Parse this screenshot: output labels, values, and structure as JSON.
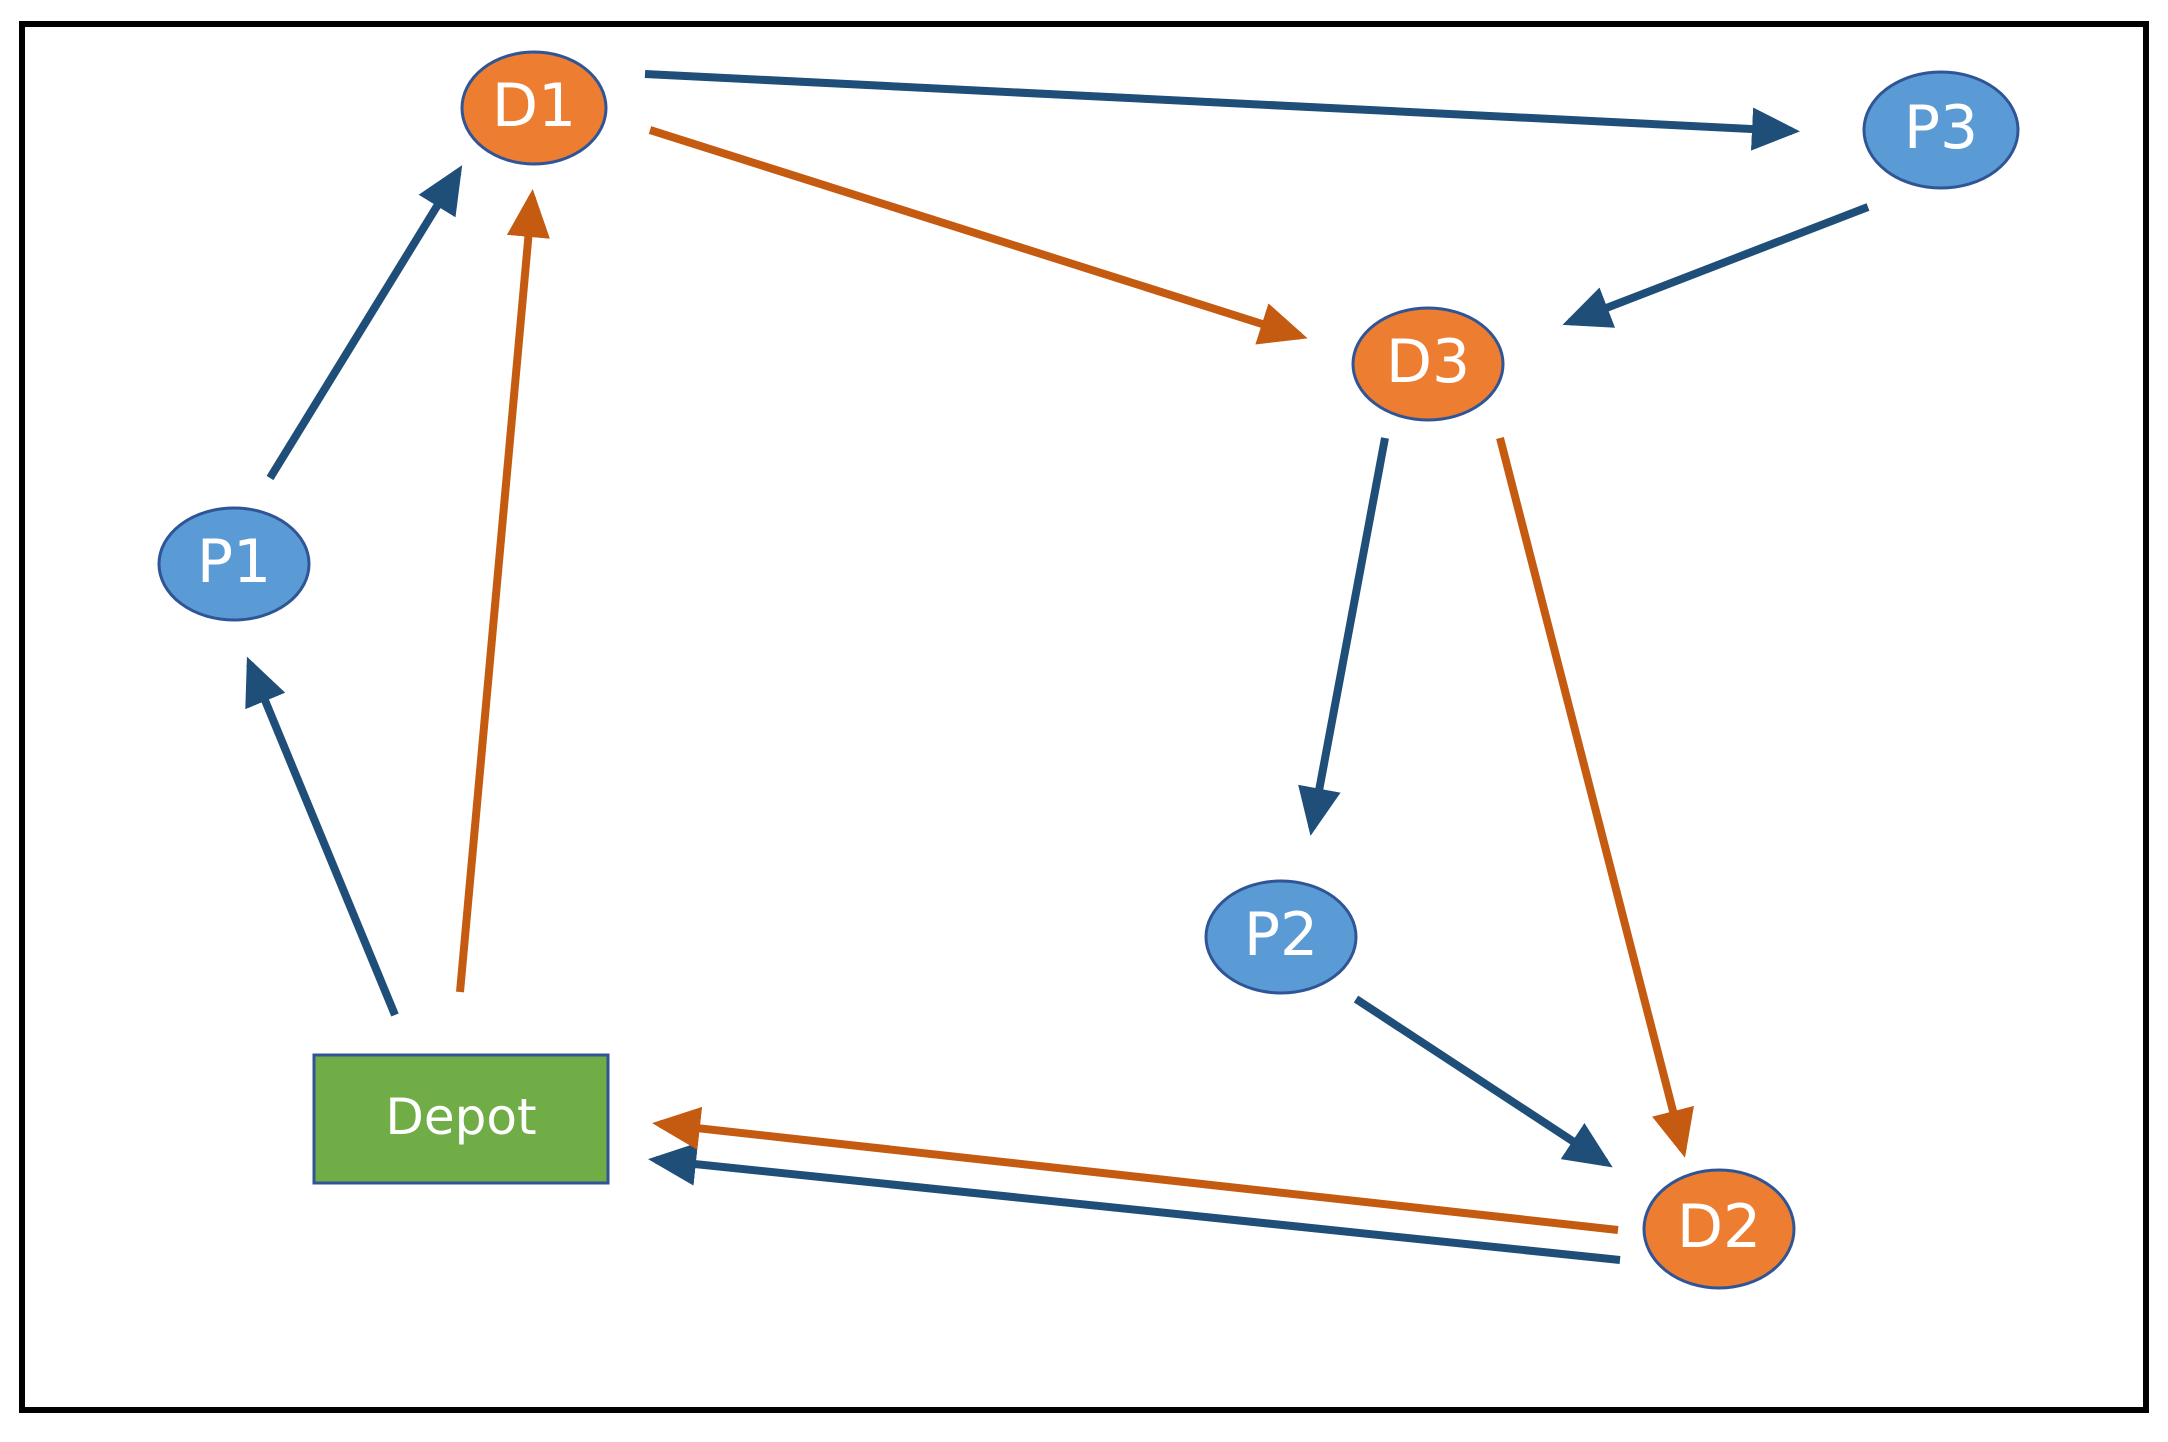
{
  "colors": {
    "blue_route": "#1f4e79",
    "orange_route": "#c55a11",
    "pickup_fill": "#5b9bd5",
    "delivery_fill": "#ed7d31",
    "depot_fill": "#70ad47",
    "border": "#000000"
  },
  "nodes": {
    "d1": {
      "label": "D1",
      "kind": "delivery"
    },
    "p3": {
      "label": "P3",
      "kind": "pickup"
    },
    "d3": {
      "label": "D3",
      "kind": "delivery"
    },
    "p1": {
      "label": "P1",
      "kind": "pickup"
    },
    "p2": {
      "label": "P2",
      "kind": "pickup"
    },
    "d2": {
      "label": "D2",
      "kind": "delivery"
    },
    "depot": {
      "label": "Depot",
      "kind": "depot"
    }
  },
  "edges": [
    {
      "from": "Depot",
      "to": "P1",
      "route": "blue"
    },
    {
      "from": "P1",
      "to": "D1",
      "route": "blue"
    },
    {
      "from": "D1",
      "to": "P3",
      "route": "blue"
    },
    {
      "from": "P3",
      "to": "D3",
      "route": "blue"
    },
    {
      "from": "D3",
      "to": "P2",
      "route": "blue"
    },
    {
      "from": "P2",
      "to": "D2",
      "route": "blue"
    },
    {
      "from": "D2",
      "to": "Depot",
      "route": "blue"
    },
    {
      "from": "Depot",
      "to": "D1",
      "route": "orange"
    },
    {
      "from": "D1",
      "to": "D3",
      "route": "orange"
    },
    {
      "from": "D3",
      "to": "D2",
      "route": "orange"
    },
    {
      "from": "D2",
      "to": "Depot",
      "route": "orange"
    }
  ]
}
